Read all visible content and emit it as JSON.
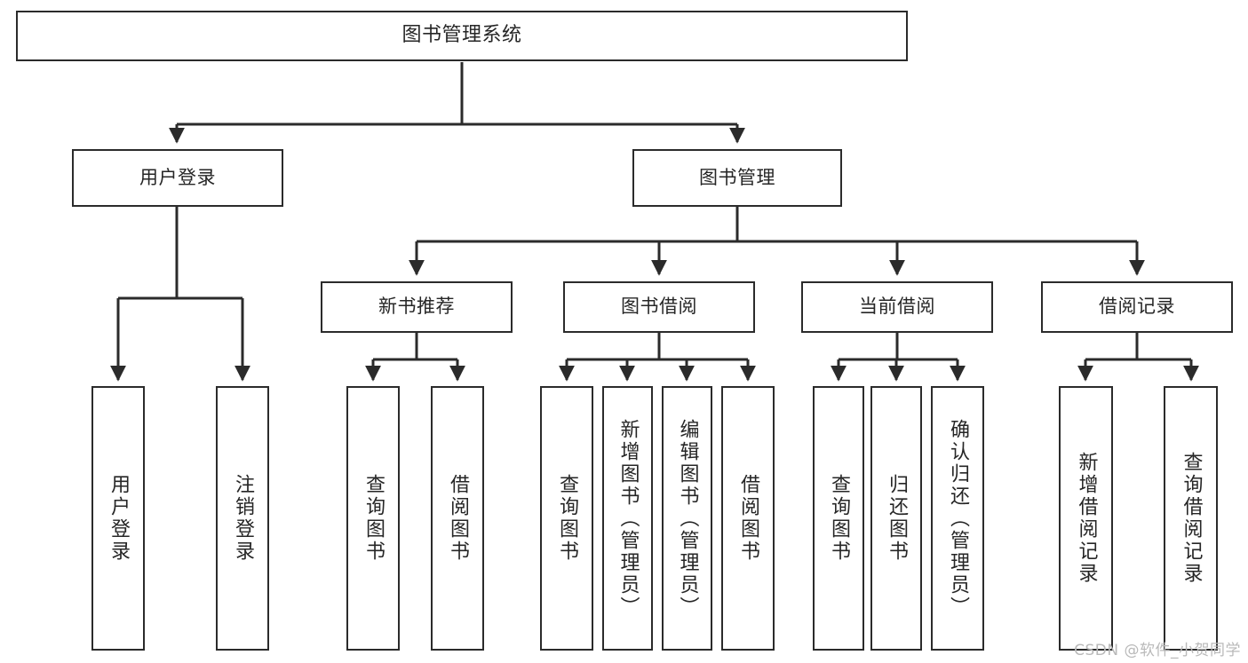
{
  "diagram": {
    "title": "图书管理系统",
    "type": "hierarchy-tree",
    "watermark": "CSDN @软件_小贺同学",
    "colors": {
      "box_border": "#2b2b2b",
      "box_fill": "#ffffff",
      "edge": "#2b2b2b",
      "text": "#262626",
      "watermark": "#b9b9b9"
    },
    "nodes": {
      "root": {
        "label": "图书管理系统"
      },
      "level2": [
        {
          "label": "用户登录"
        },
        {
          "label": "图书管理"
        }
      ],
      "level3": [
        {
          "label": "新书推荐"
        },
        {
          "label": "图书借阅"
        },
        {
          "label": "当前借阅"
        },
        {
          "label": "借阅记录"
        }
      ],
      "leaves": {
        "user_login": [
          {
            "label": "用户登录"
          },
          {
            "label": "注销登录"
          }
        ],
        "new_book_recommend": [
          {
            "label": "查询图书"
          },
          {
            "label": "借阅图书"
          }
        ],
        "book_borrow": [
          {
            "label": "查询图书"
          },
          {
            "label": "新增图书（管理员）"
          },
          {
            "label": "编辑图书（管理员）"
          },
          {
            "label": "借阅图书"
          }
        ],
        "current_borrow": [
          {
            "label": "查询图书"
          },
          {
            "label": "归还图书"
          },
          {
            "label": "确认归还（管理员）"
          }
        ],
        "borrow_record": [
          {
            "label": "新增借阅记录"
          },
          {
            "label": "查询借阅记录"
          }
        ]
      }
    }
  }
}
